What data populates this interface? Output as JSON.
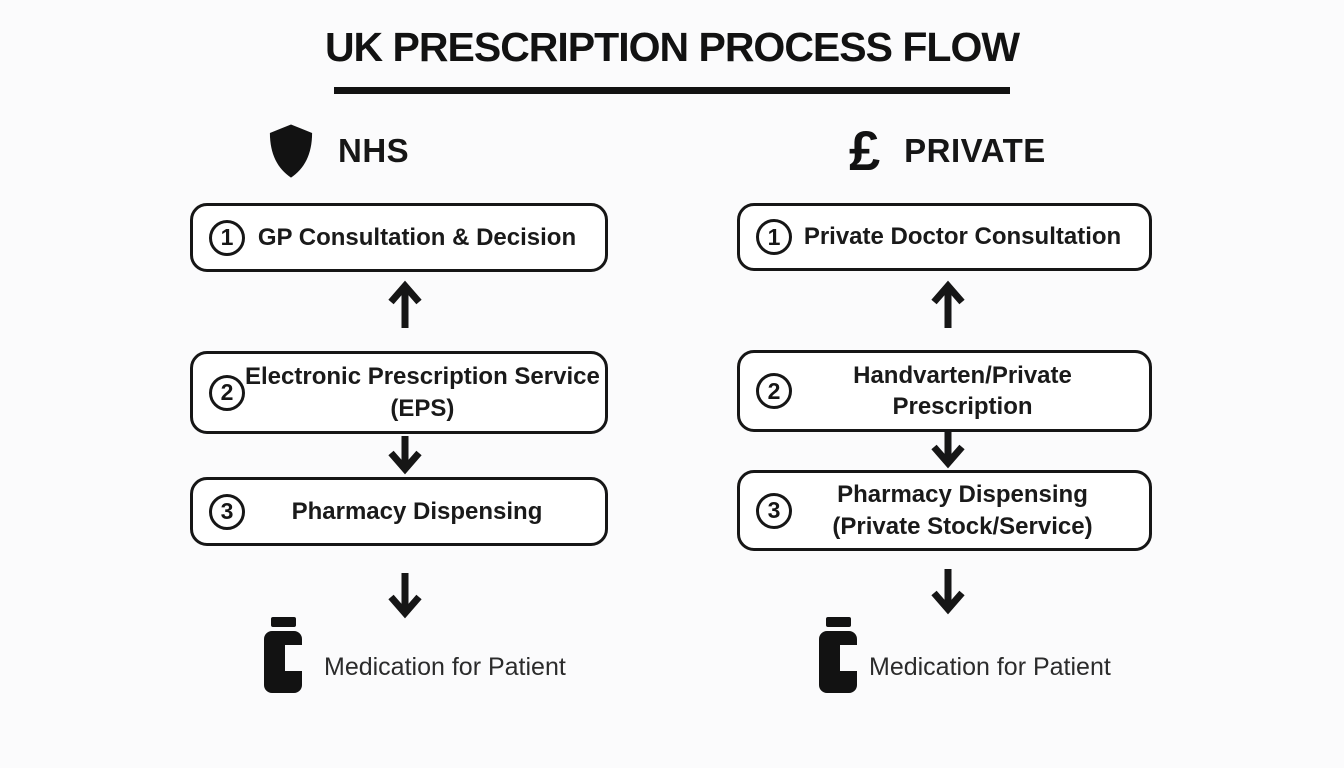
{
  "title": "UK PRESCRIPTION PROCESS FLOW",
  "colors": {
    "ink": "#161616",
    "background": "#fbfbfc",
    "box_fill": "#ffffff"
  },
  "columns": [
    {
      "id": "nhs",
      "header": {
        "icon": "shield-icon",
        "label": "NHS"
      },
      "steps": [
        {
          "number": "1",
          "label": "GP Consultation & Decision"
        },
        {
          "number": "2",
          "label": "Electronic Prescription Service\n(EPS)"
        },
        {
          "number": "3",
          "label": "Pharmacy Dispensing"
        }
      ],
      "arrows": [
        "up",
        "down",
        "down"
      ],
      "outcome": {
        "icon": "pill-bottle-icon",
        "label": "Medication for Patient"
      }
    },
    {
      "id": "private",
      "header": {
        "icon": "pound-sign-icon",
        "symbol": "£",
        "label": "PRIVATE"
      },
      "steps": [
        {
          "number": "1",
          "label": "Private Doctor Consultation"
        },
        {
          "number": "2",
          "label": "Handvarten/Private\nPrescription"
        },
        {
          "number": "3",
          "label": "Pharmacy Dispensing\n(Private Stock/Service)"
        }
      ],
      "arrows": [
        "up",
        "down",
        "down"
      ],
      "outcome": {
        "icon": "pill-bottle-icon",
        "label": "Medication for Patient"
      }
    }
  ]
}
